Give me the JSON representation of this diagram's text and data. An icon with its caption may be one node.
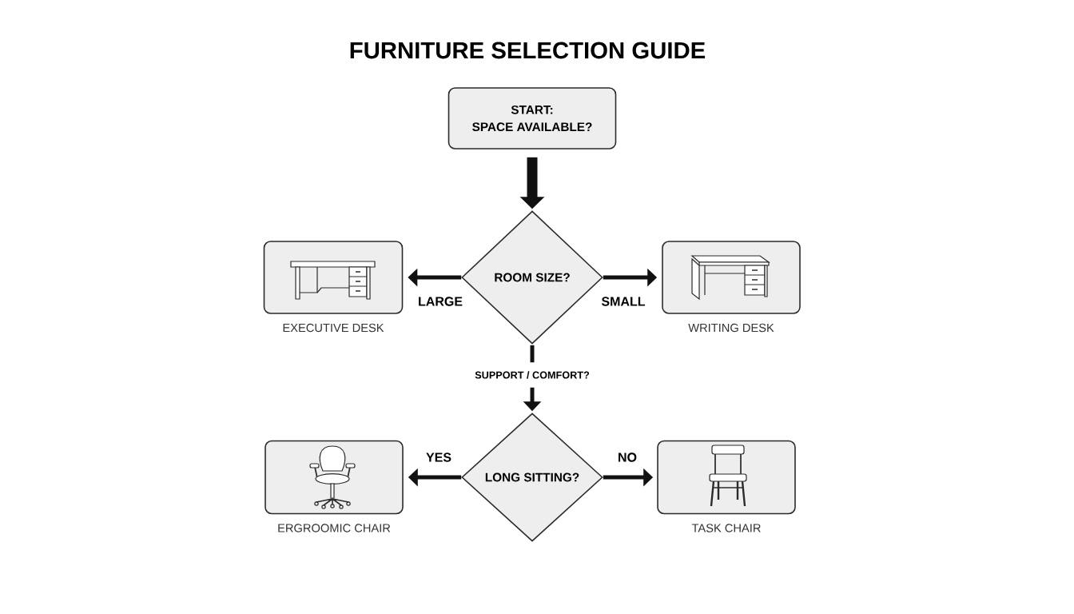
{
  "diagram": {
    "title": "FURNITURE SELECTION GUIDE",
    "nodes": [
      {
        "text": [
          "START:",
          "SPACE AVAILABLE?"
        ]
      },
      {
        "text": [
          "ROOM SIZE?"
        ]
      },
      {
        "text": [],
        "shape": "picture",
        "beside": [
          "EXECUTIVE DESK"
        ]
      },
      {
        "text": [],
        "shape": "picture",
        "beside": [
          "WRITING DESK"
        ]
      },
      {
        "text": [
          "LONG SITTING?"
        ]
      },
      {
        "text": [],
        "shape": "picture",
        "beside": [
          "ERGROOMIC CHAIR"
        ]
      },
      {
        "text": [],
        "shape": "picture",
        "beside": [
          "TASK CHAIR"
        ]
      }
    ],
    "edges": [
      {
        "from": 0,
        "to": 1,
        "arrow": "to",
        "style": "thick"
      },
      {
        "from": 1,
        "to": 2,
        "arrow": "to",
        "label": "LARGE"
      },
      {
        "from": 1,
        "to": 3,
        "arrow": "to",
        "label": "SMALL"
      },
      {
        "from": 1,
        "to": 4,
        "arrow": "to",
        "label": "SUPPORT / COMFORT?"
      },
      {
        "from": 4,
        "to": 5,
        "arrow": "to",
        "label": "YES"
      },
      {
        "from": 4,
        "to": 6,
        "arrow": "to",
        "label": "NO"
      }
    ]
  }
}
